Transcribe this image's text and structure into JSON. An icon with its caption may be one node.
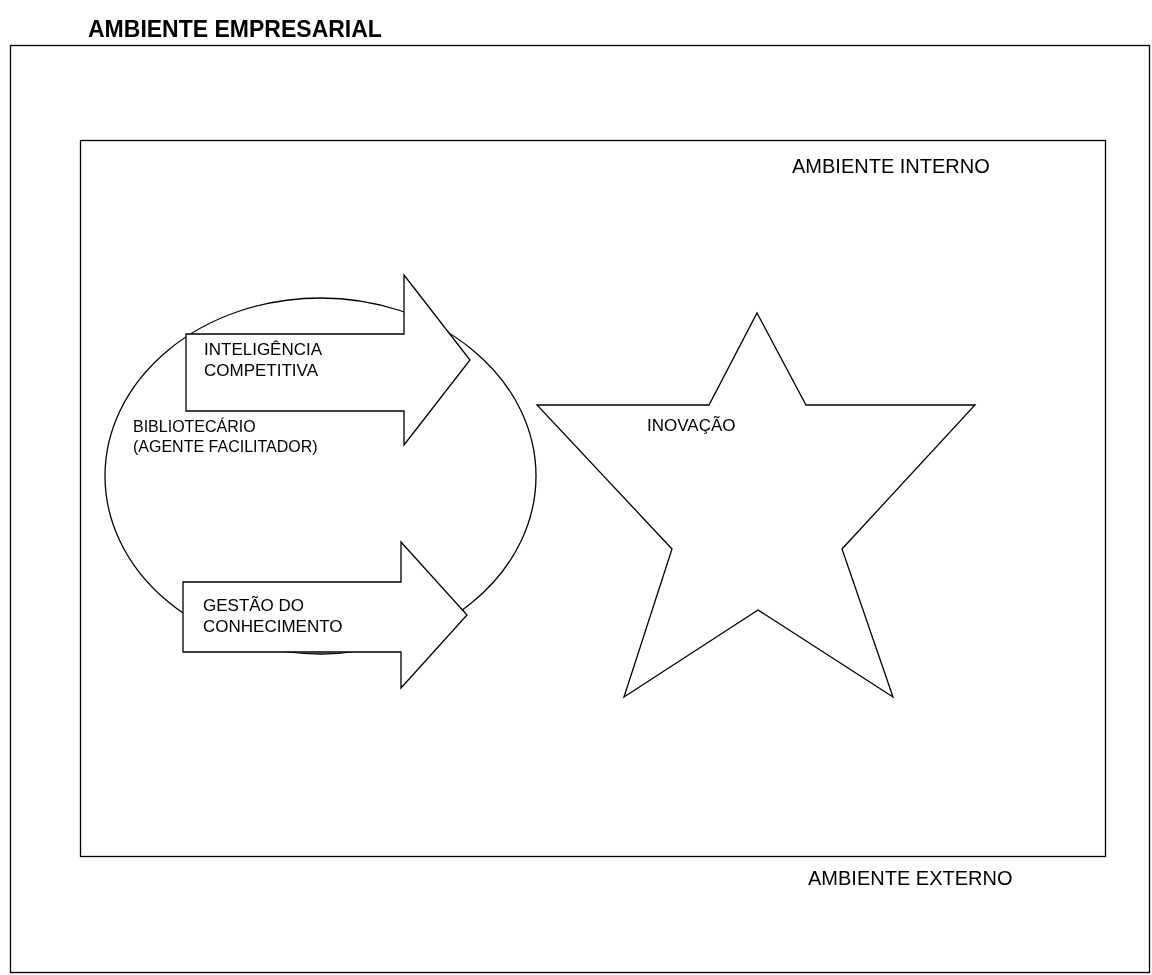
{
  "diagram": {
    "nodes": [
      {
        "text": [
          "AMBIENTE EMPRESARIAL",
          "AMBIENTE EXTERNO"
        ]
      },
      {
        "text": [
          "AMBIENTE INTERNO"
        ],
        "in": 0
      },
      {
        "text": [
          "BIBLIOTECÁRIO (AGENTE FACILITADOR)"
        ],
        "in": 1
      },
      {
        "text": [
          "INTELIGÊNCIA COMPETITIVA"
        ],
        "in": 1
      },
      {
        "text": [
          "GESTÃO DO CONHECIMENTO"
        ],
        "in": 1
      },
      {
        "text": [
          "INOVAÇÃO"
        ],
        "in": 1
      }
    ]
  }
}
